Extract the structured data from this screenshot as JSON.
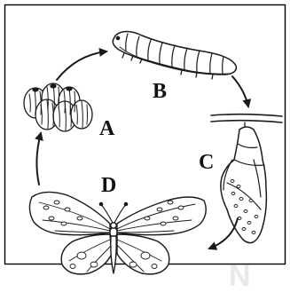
{
  "figure": {
    "stages": [
      {
        "id": "A",
        "label": "A"
      },
      {
        "id": "B",
        "label": "B"
      },
      {
        "id": "C",
        "label": "C"
      },
      {
        "id": "D",
        "label": "D"
      }
    ],
    "colors": {
      "ink": "#1a1a1a",
      "background": "#ffffff",
      "frame": "#000000"
    }
  }
}
